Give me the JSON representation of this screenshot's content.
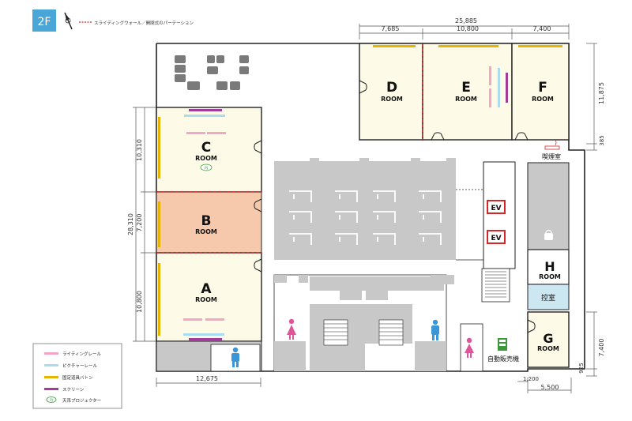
{
  "floor_badge": "2F",
  "header_legend_label": "スライディングウォール／開閉式のパーテーション",
  "dimensions": {
    "total_width": "25,885",
    "d_width": "7,685",
    "e_width": "10,800",
    "f_width": "7,400",
    "top_right_height": "11,875",
    "right_gap": "385",
    "c_height": "10,310",
    "b_height": "7,200",
    "left_total": "28,310",
    "a_height": "10,800",
    "bottom_left_width": "12,675",
    "bottom_gap": "1,200",
    "g_width": "5,500",
    "g_height": "7,400",
    "g_gap": "925"
  },
  "rooms": {
    "a": {
      "letter": "A",
      "word": "ROOM"
    },
    "b": {
      "letter": "B",
      "word": "ROOM"
    },
    "c": {
      "letter": "C",
      "word": "ROOM",
      "badge": "PJ"
    },
    "d": {
      "letter": "D",
      "word": "ROOM"
    },
    "e": {
      "letter": "E",
      "word": "ROOM"
    },
    "f": {
      "letter": "F",
      "word": "ROOM"
    },
    "g": {
      "letter": "G",
      "word": "ROOM"
    },
    "h": {
      "letter": "H",
      "word": "ROOM"
    }
  },
  "facilities": {
    "ev1": "EV",
    "ev2": "EV",
    "smoking_room": "喫煙室",
    "waiting_room": "控室",
    "vending_machine": "自動販売機"
  },
  "legend": [
    {
      "label": "ライティングレール",
      "color": "#f2a6c8"
    },
    {
      "label": "ピクチャーレール",
      "color": "#a8dcee"
    },
    {
      "label": "固定道具バトン",
      "color": "#e8b400"
    },
    {
      "label": "スクリーン",
      "color": "#a23b9a"
    },
    {
      "label": "天吊プロジェクター",
      "color": "#3a9a3a",
      "badge": "PJ"
    }
  ],
  "colors": {
    "room_fill": "#fdfbe8",
    "room_b_fill": "#f6c9ad",
    "gray": "#c8c8c8",
    "light_blue": "#cde7f2",
    "badge": "#4aa6d6",
    "partition": "#d6262a",
    "female": "#e0559a",
    "male": "#3a96d6"
  }
}
